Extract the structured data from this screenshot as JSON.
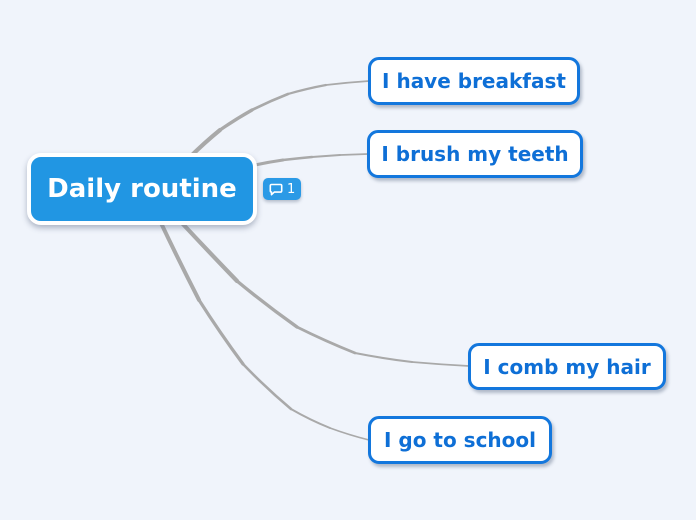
{
  "mindmap": {
    "root": {
      "label": "Daily routine"
    },
    "comment_badge": {
      "count": "1",
      "icon": "comment-icon"
    },
    "children": [
      {
        "label": "I have breakfast"
      },
      {
        "label": "I brush my teeth"
      },
      {
        "label": "I comb my hair"
      },
      {
        "label": "I go to school"
      }
    ],
    "colors": {
      "background": "#f0f4fb",
      "root_fill": "#2196e3",
      "root_text": "#ffffff",
      "child_border": "#1377dd",
      "child_text": "#0e6fd6",
      "badge_fill": "#2b9ae6",
      "connector": "#a9a9a9"
    }
  }
}
